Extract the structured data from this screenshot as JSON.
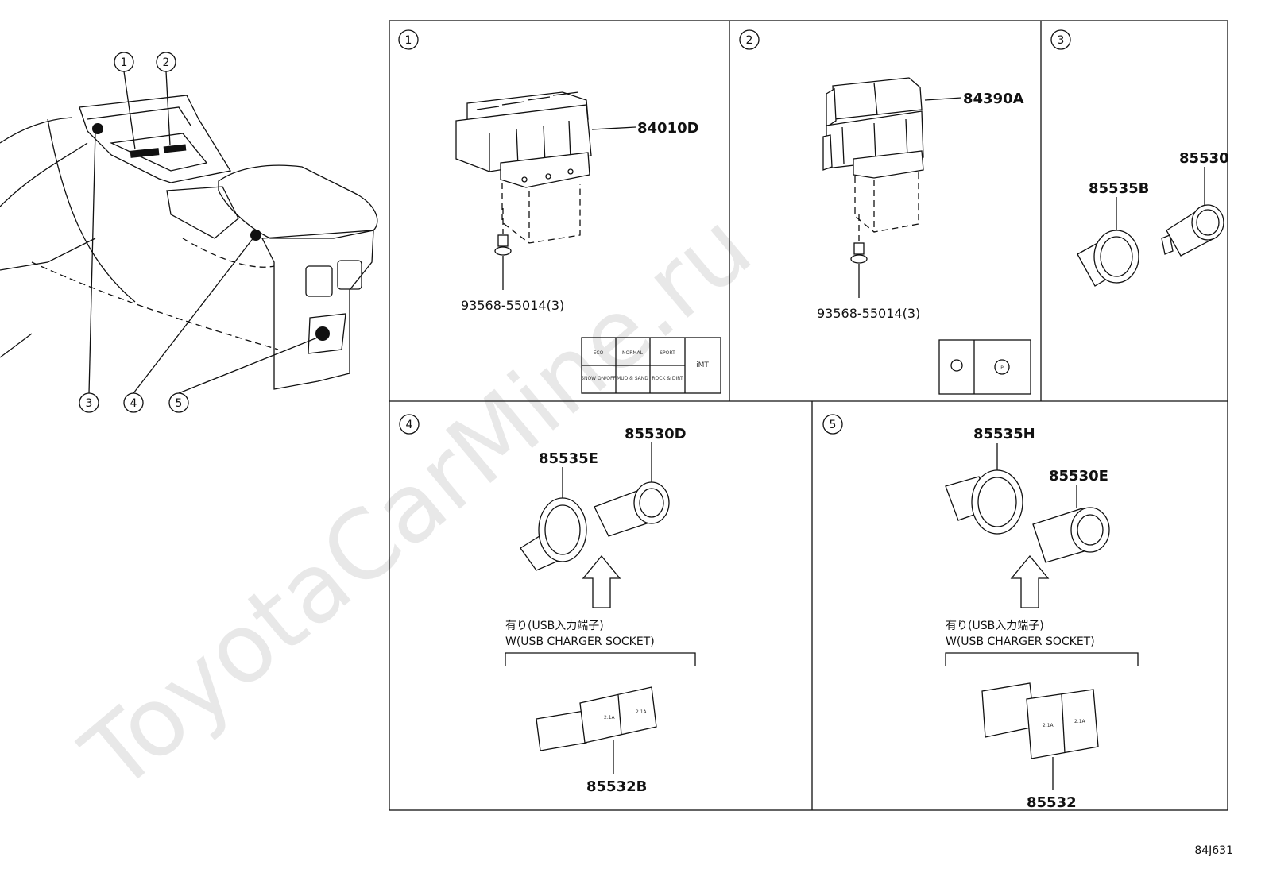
{
  "watermark": "ToyotaCarMine.ru",
  "diagram_code": "84J631",
  "callouts": {
    "c1": "1",
    "c2": "2",
    "c3": "3",
    "c4": "4",
    "c5": "5"
  },
  "panels": {
    "p1": {
      "tag": "1",
      "parts": {
        "switch": "84010D",
        "screw": "93568-55014(3)"
      },
      "switch_labels": [
        "ECO",
        "NORMAL",
        "SPORT",
        "SNOW ON/OFF",
        "MUD & SAND",
        "ROCK & DIRT",
        "iMT"
      ]
    },
    "p2": {
      "tag": "2",
      "parts": {
        "switch": "84390A",
        "screw": "93568-55014(3)"
      }
    },
    "p3": {
      "tag": "3",
      "parts": {
        "ring": "85535B",
        "socket": "85530"
      }
    },
    "p4": {
      "tag": "4",
      "parts": {
        "ring": "85535E",
        "socket": "85530D",
        "usb": "85532B"
      },
      "note_jp": "有り(USB入力端子)",
      "note_en": "W(USB CHARGER SOCKET)",
      "usb_labels": [
        "2.1A",
        "2.1A"
      ]
    },
    "p5": {
      "tag": "5",
      "parts": {
        "ring": "85535H",
        "socket": "85530E",
        "usb": "85532"
      },
      "note_jp": "有り(USB入力端子)",
      "note_en": "W(USB CHARGER SOCKET)",
      "usb_labels": [
        "2.1A",
        "2.1A"
      ]
    }
  }
}
